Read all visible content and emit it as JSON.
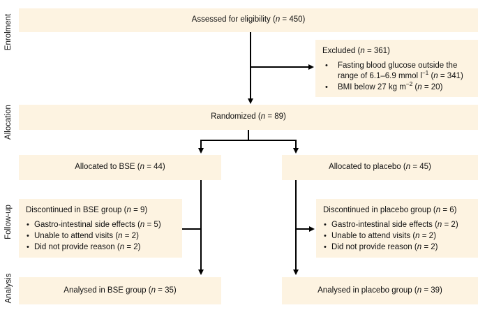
{
  "diagram": {
    "type": "consort-flow-diagram",
    "box_fill_color": "#FDF3E1",
    "connector_color": "#000000",
    "text_color": "#111111"
  },
  "stages": [
    {
      "id": "enrolment",
      "label": "Enrolment"
    },
    {
      "id": "allocation",
      "label": "Allocation"
    },
    {
      "id": "follow-up",
      "label": "Follow-up"
    },
    {
      "id": "analysis",
      "label": "Analysis"
    }
  ],
  "nodes": {
    "assessed": {
      "text_plain": "Assessed for eligibility (n = 450)",
      "text_pre": "Assessed for eligibility (",
      "italic": "n",
      "text_post": " = 450)"
    },
    "excluded": {
      "title_pre": "Excluded (",
      "title_italic": "n",
      "title_post": " = 361)",
      "title_plain": "Excluded (n = 361)",
      "reasons": [
        {
          "line1": "Fasting blood glucose outside the",
          "line2_pre": "range of 6.1–6.9 mmol l",
          "line2_sup": "−1",
          "line2_post": " (",
          "italic": "n",
          "line2_end": " = 341)",
          "plain": "Fasting blood glucose outside the range of 6.1–6.9 mmol l−1 (n = 341)"
        },
        {
          "line1_pre": "BMI below 27 kg m",
          "line1_sup": "−2",
          "line1_post": " (",
          "italic": "n",
          "line1_end": " = 20)",
          "plain": "BMI below 27 kg m−2 (n = 20)"
        }
      ]
    },
    "randomized": {
      "text_plain": "Randomized (n = 89)",
      "text_pre": "Randomized (",
      "italic": "n",
      "text_post": " = 89)"
    },
    "allocated_bse": {
      "text_plain": "Allocated to BSE (n = 44)",
      "text_pre": "Allocated to BSE (",
      "italic": "n",
      "text_post": " = 44)"
    },
    "allocated_placebo": {
      "text_plain": "Allocated to placebo (n = 45)",
      "text_pre": "Allocated to placebo (",
      "italic": "n",
      "text_post": " = 45)"
    },
    "discontinued_bse": {
      "title_pre": "Discontinued in BSE group (",
      "title_italic": "n",
      "title_post": " = 9)",
      "title_plain": "Discontinued in BSE group (n = 9)",
      "reasons": [
        {
          "pre": "Gastro-intestinal side effects (",
          "italic": "n",
          "post": " = 5)",
          "plain": "Gastro-intestinal side effects (n = 5)"
        },
        {
          "pre": "Unable to attend visits (",
          "italic": "n",
          "post": " = 2)",
          "plain": "Unable to attend visits (n = 2)"
        },
        {
          "pre": "Did not provide reason (",
          "italic": "n",
          "post": " = 2)",
          "plain": "Did not provide reason (n = 2)"
        }
      ]
    },
    "discontinued_placebo": {
      "title_pre": "Discontinued in placebo group (",
      "title_italic": "n",
      "title_post": " = 6)",
      "title_plain": "Discontinued in placebo group (n = 6)",
      "reasons": [
        {
          "pre": "Gastro-intestinal side effects (",
          "italic": "n",
          "post": " = 2)",
          "plain": "Gastro-intestinal side effects (n = 2)"
        },
        {
          "pre": "Unable to attend visits (",
          "italic": "n",
          "post": " = 2)",
          "plain": "Unable to attend visits (n = 2)"
        },
        {
          "pre": "Did not provide reason (",
          "italic": "n",
          "post": " = 2)",
          "plain": "Did not provide reason (n = 2)"
        }
      ]
    },
    "analysed_bse": {
      "text_plain": "Analysed in BSE group (n = 35)",
      "text_pre": "Analysed in BSE group (",
      "italic": "n",
      "text_post": " = 35)"
    },
    "analysed_placebo": {
      "text_plain": "Analysed in placebo group (n = 39)",
      "text_pre": "Analysed in placebo group (",
      "italic": "n",
      "text_post": " = 39)"
    }
  }
}
